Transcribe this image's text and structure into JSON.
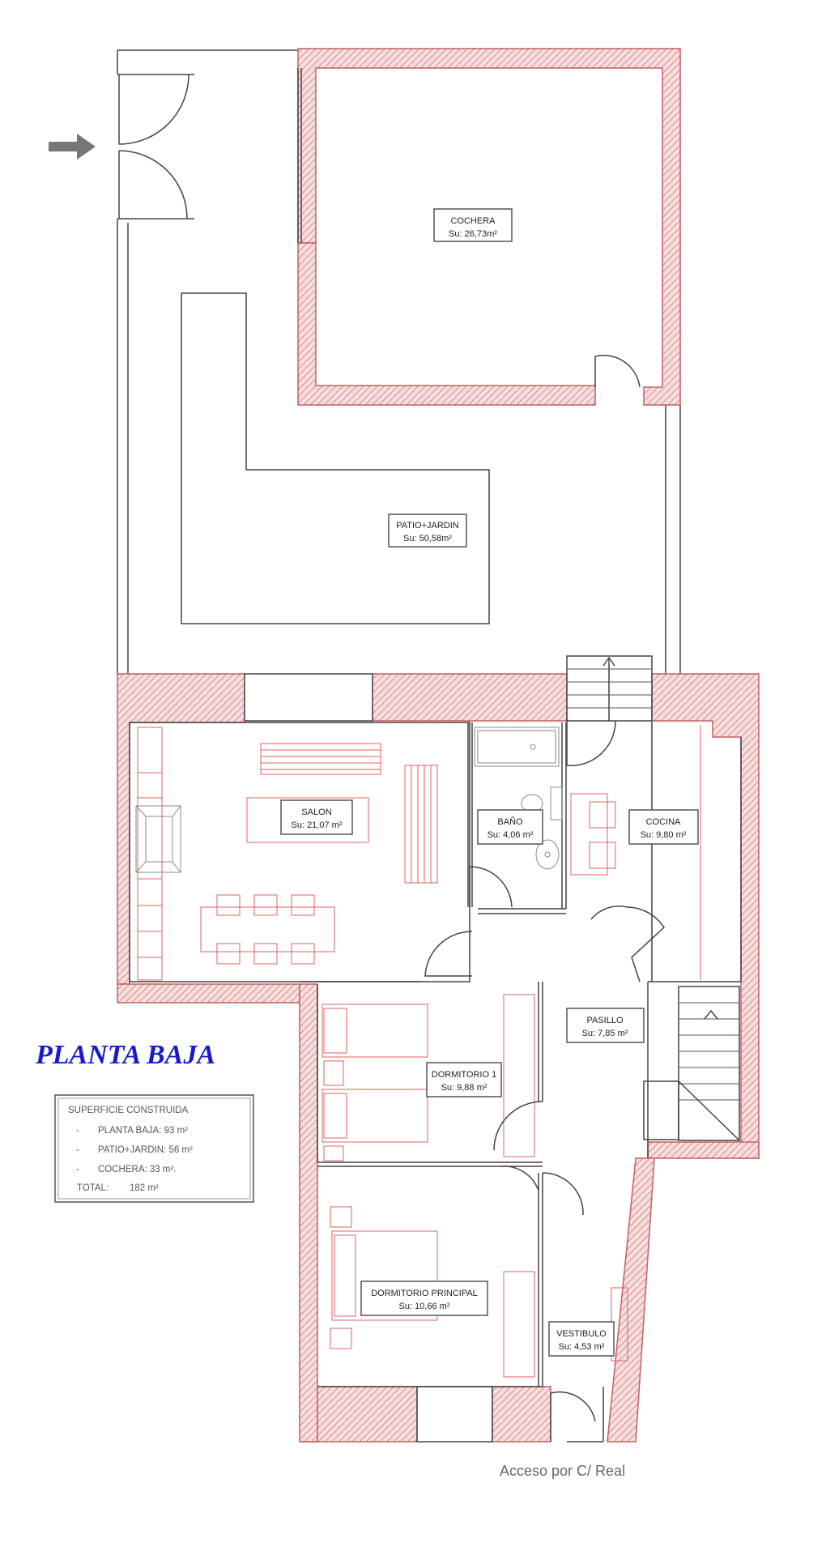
{
  "title": "PLANTA BAJA",
  "colors": {
    "wall": "#e8a8a8",
    "wall_stroke": "#c46060",
    "furniture": "#e06060",
    "title": "#1a1acc",
    "arrow": "#777777"
  },
  "rooms": [
    {
      "key": "cochera",
      "name": "COCHERA",
      "area": "Su: 26,73m²"
    },
    {
      "key": "patio",
      "name": "PATIO+JARDIN",
      "area": "Su: 50,58m²"
    },
    {
      "key": "salon",
      "name": "SALON",
      "area": "Su: 21,07 m²"
    },
    {
      "key": "bano",
      "name": "BAÑO",
      "area": "Su: 4,06 m²"
    },
    {
      "key": "cocina",
      "name": "COCINA",
      "area": "Su: 9,80 m²"
    },
    {
      "key": "pasillo",
      "name": "PASILLO",
      "area": "Su: 7,85 m²"
    },
    {
      "key": "dorm1",
      "name": "DORMITORIO 1",
      "area": "Su: 9,88 m²"
    },
    {
      "key": "dormp",
      "name": "DORMITORIO PRINCIPAL",
      "area": "Su: 10,66 m²"
    },
    {
      "key": "vestibulo",
      "name": "VESTIBULO",
      "area": "Su: 4,53 m²"
    }
  ],
  "summary": {
    "heading": "SUPERFICIE CONSTRUIDA",
    "items": [
      {
        "bullet": "-",
        "text": "PLANTA BAJA: 93 m²"
      },
      {
        "bullet": "-",
        "text": "PATIO+JARDIN: 56 m²"
      },
      {
        "bullet": "-",
        "text": "COCHERA: 33 m²."
      }
    ],
    "total_label": "TOTAL:",
    "total_value": "182 m²"
  },
  "footer": "Acceso por C/ Real",
  "icons": {
    "entry": "arrow-right-icon"
  }
}
